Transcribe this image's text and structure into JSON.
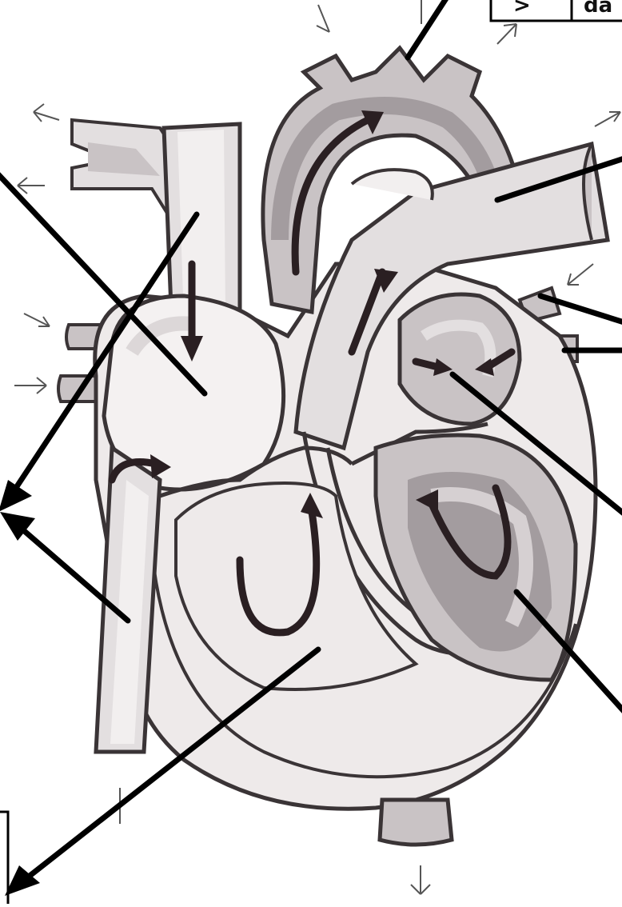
{
  "label_fragments": [
    {
      "id": "frag-1",
      "text": ">"
    },
    {
      "id": "frag-2",
      "text": "da"
    }
  ],
  "colors": {
    "outline": "#3a3436",
    "light_chamber": "#eeeaea",
    "mid_gray": "#c9c3c5",
    "dark_gray": "#a39c9f",
    "vessel_light": "#e3dfe0",
    "arrow_dark": "#2a1f22",
    "pointer": "#000000"
  }
}
